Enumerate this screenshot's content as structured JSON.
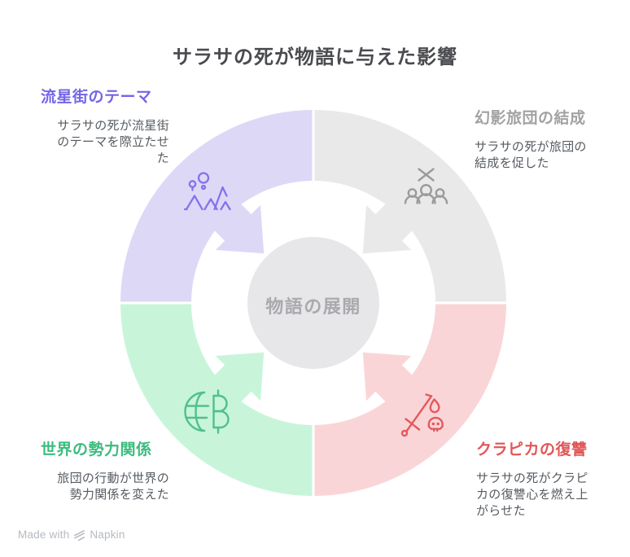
{
  "title": "サラサの死が物語に与えた影響",
  "center": {
    "label": "物語の展開",
    "fill": "#e7e7e9",
    "text_color": "#a9a9ae"
  },
  "quadrants": [
    {
      "label": "流星街のテーマ",
      "description": "サラサの死が流星街\nのテーマを際立たせ\nた",
      "fill": "#ded8f7",
      "accent": "#7465e8",
      "icon_color": "#8472ec",
      "icon": "mountains-village-icon"
    },
    {
      "label": "幻影旅団の結成",
      "description": "サラサの死が旅団の\n結成を促した",
      "fill": "#e9e9e9",
      "accent": "#a2a2a2",
      "icon_color": "#9b9b9b",
      "icon": "crossed-out-group-icon"
    },
    {
      "label": "世界の勢力関係",
      "description": "旅団の行動が世界の\n勢力関係を変えた",
      "fill": "#c8f5da",
      "accent": "#3cbc7e",
      "icon_color": "#50c08c",
      "icon": "globe-currency-icon"
    },
    {
      "label": "クラピカの復讐",
      "description": "サラサの死がクラピ\nカの復讐心を燃え上\nがらせた",
      "fill": "#fad5d7",
      "accent": "#e05657",
      "icon_color": "#e25a5d",
      "icon": "sword-skull-icon"
    }
  ],
  "footer": {
    "made_with": "Made with",
    "brand": "Napkin"
  }
}
